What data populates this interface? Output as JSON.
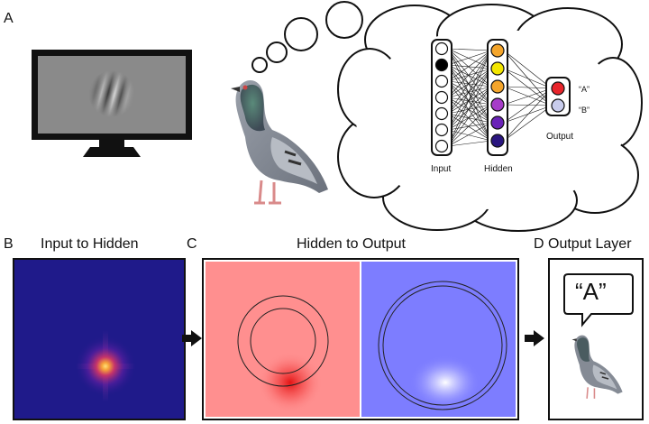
{
  "panel_a": {
    "letter": "A",
    "network": {
      "input_label": "Input",
      "hidden_label": "Hidden",
      "output_label": "Output",
      "output_a": "“A”",
      "output_b": "“B”",
      "hidden_colors": [
        "#f4a52b",
        "#f3e600",
        "#f4a52b",
        "#a63cc8",
        "#6a22b8",
        "#2a157f"
      ],
      "output_colors": [
        "#e8242a",
        "#c8ccec"
      ]
    }
  },
  "panel_b": {
    "letter": "B",
    "title": "Input to Hidden"
  },
  "panel_c": {
    "letter": "C",
    "title": "Hidden to Output"
  },
  "panel_d": {
    "letter": "D",
    "title": "Output Layer",
    "speech": "“A”"
  },
  "colors": {
    "heatmap_bg": "#1f1a8a",
    "red_field": "#ff8f8f",
    "blue_field": "#7d7dff"
  }
}
